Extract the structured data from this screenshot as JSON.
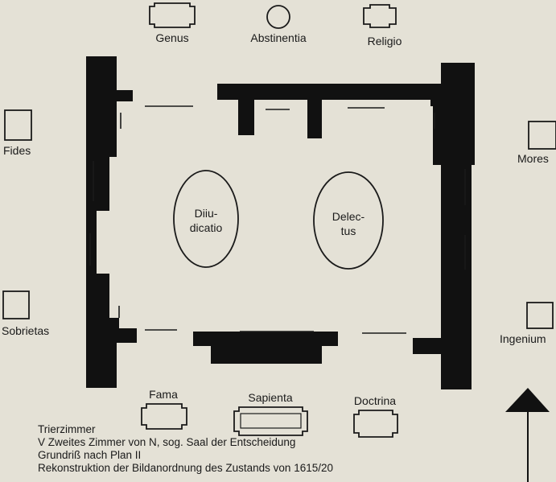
{
  "colors": {
    "ink": "#1a1a1a",
    "paper": "#e4e1d6",
    "wall": "#111111"
  },
  "labels": {
    "genus": "Genus",
    "abstinentia": "Abstinentia",
    "religio": "Religio",
    "fides": "Fides",
    "mores": "Mores",
    "sobrietas": "Sobrietas",
    "ingenium": "Ingenium",
    "fama": "Fama",
    "sapienta": "Sapienta",
    "doctrina": "Doctrina",
    "diiudicatio_1": "Diiu-",
    "diiudicatio_2": "dicatio",
    "delectus_1": "Delec-",
    "delectus_2": "tus"
  },
  "caption": {
    "line1": "Trierzimmer",
    "line2": "V Zweites Zimmer von N, sog. Saal der Entscheidung",
    "line3": "Grundriß nach Plan II",
    "line4": "Rekonstruktion der Bildanordnung des Zustands von 1615/20"
  },
  "icons": {
    "north": "north-arrow-icon",
    "frame": "frame-icon"
  }
}
